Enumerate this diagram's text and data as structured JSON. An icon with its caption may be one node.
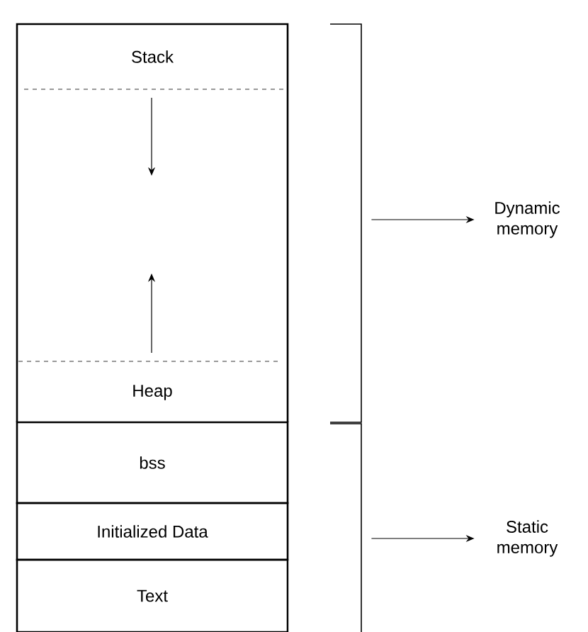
{
  "diagram": {
    "nodes": [
      {
        "text": [
          "Stack"
        ]
      },
      {
        "text": [
          "Heap"
        ]
      },
      {
        "text": [
          "bss"
        ]
      },
      {
        "text": [
          "Initialized Data"
        ]
      },
      {
        "text": [
          "Text"
        ]
      },
      {
        "text": [
          "Dynamic memory"
        ]
      },
      {
        "text": [
          "Static memory"
        ]
      },
      {
        "text": [],
        "shape": "bracket"
      },
      {
        "text": [],
        "shape": "bracket"
      }
    ],
    "edges": [
      {
        "from": 7,
        "to": 5,
        "arrow": "to"
      },
      {
        "from": 8,
        "to": 6,
        "arrow": "to"
      }
    ]
  }
}
